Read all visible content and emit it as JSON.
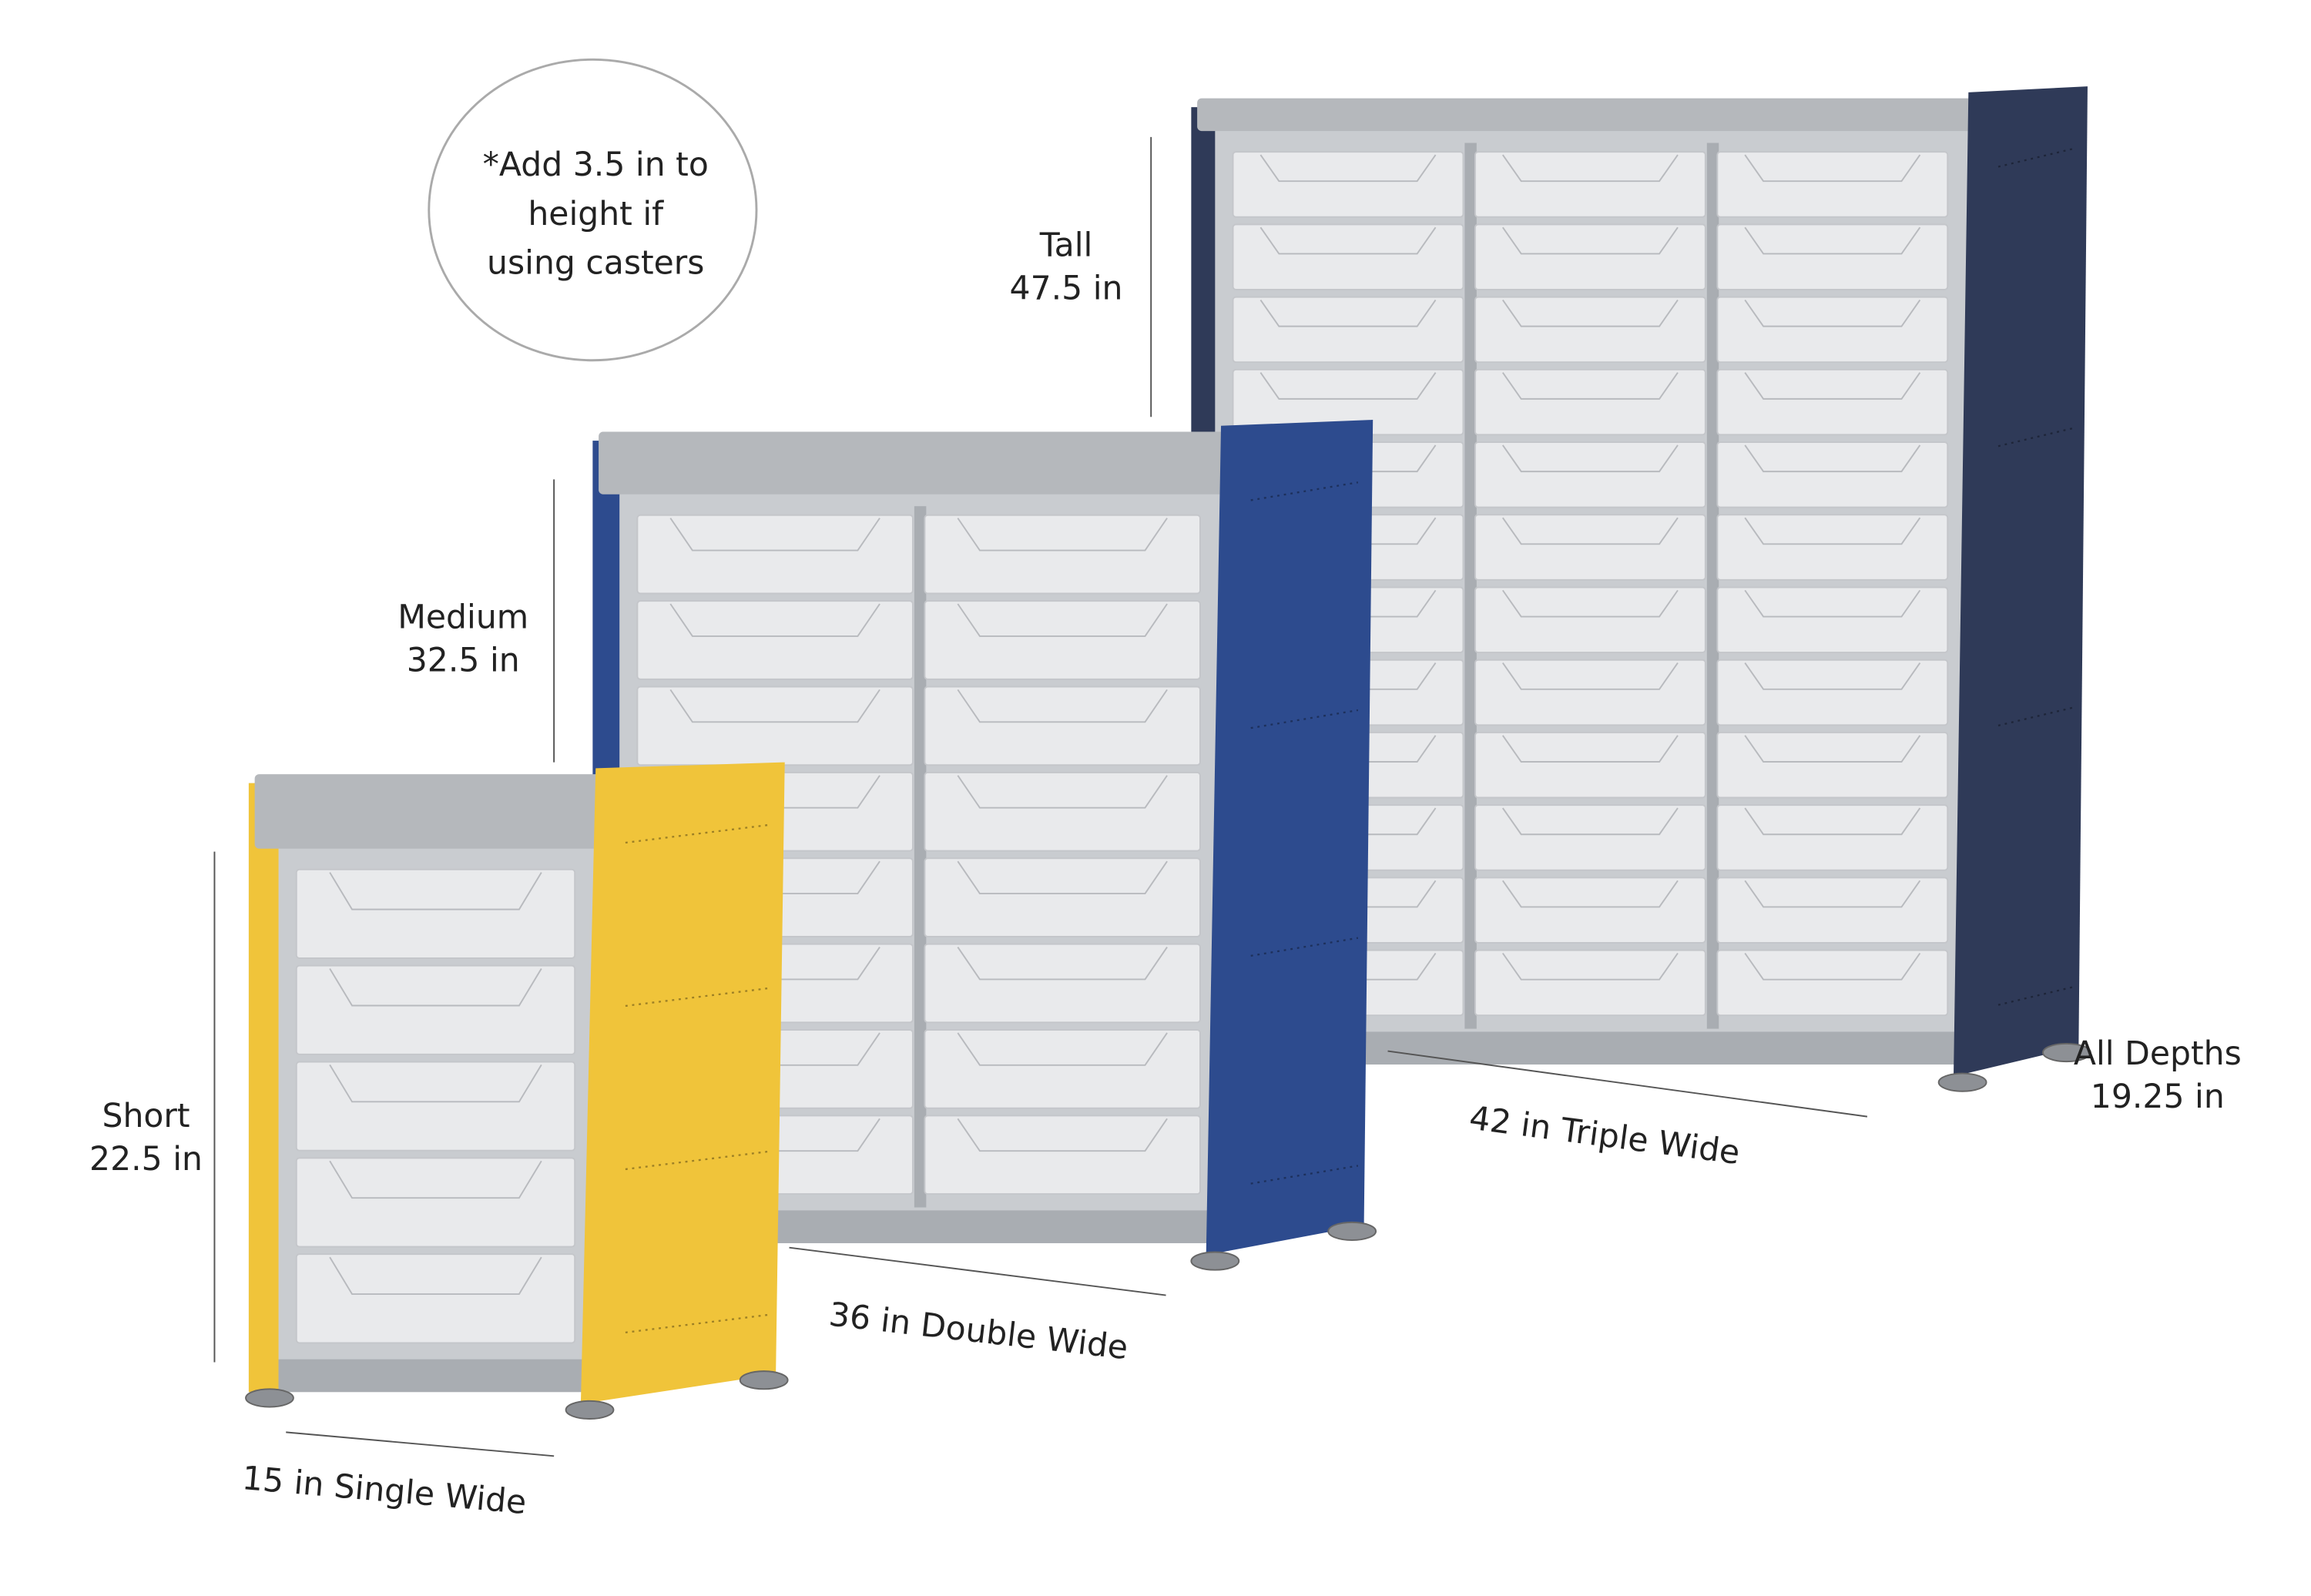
{
  "note": {
    "line1": "*Add 3.5 in to",
    "line2": "height if",
    "line3": "using casters"
  },
  "heights": {
    "tall": {
      "name": "Tall",
      "value": "47.5 in"
    },
    "medium": {
      "name": "Medium",
      "value": "32.5 in"
    },
    "short": {
      "name": "Short",
      "value": "22.5 in"
    }
  },
  "widths": {
    "single": "15 in Single Wide",
    "double": "36 in Double Wide",
    "triple": "42 in Triple Wide"
  },
  "depth": {
    "line1": "All Depths",
    "line2": "19.25 in"
  },
  "colors": {
    "tall_panel": "#2f3a58",
    "medium_panel": "#2d4b8e",
    "short_panel": "#f0c43a",
    "frame": "#a9adb2",
    "tray": "#e9eaec"
  },
  "cabinets": {
    "tall": {
      "columns": 3,
      "rows": 12
    },
    "medium": {
      "columns": 2,
      "rows": 8
    },
    "short": {
      "columns": 1,
      "rows": 5
    }
  }
}
